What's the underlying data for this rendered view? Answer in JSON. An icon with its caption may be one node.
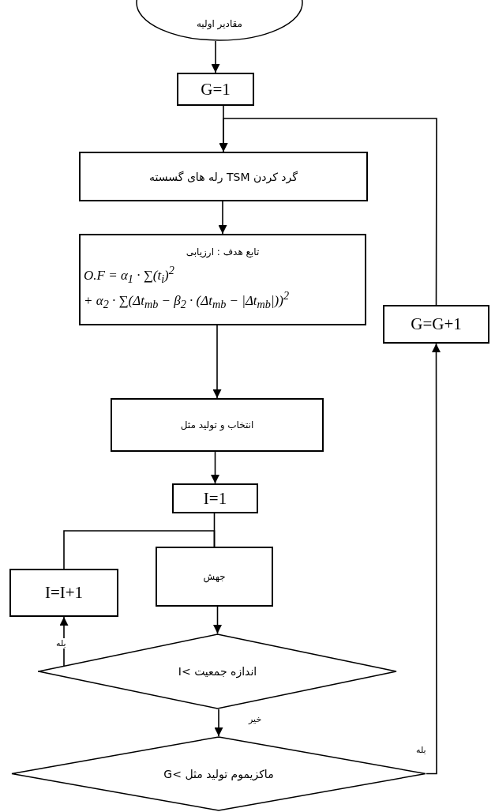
{
  "diagram": {
    "nodes": [
      {
        "text": [
          "مقادیر اولیه"
        ]
      },
      {
        "text": [
          "G=1"
        ]
      },
      {
        "text": [
          "گرد کردن TSM رله های گسسته"
        ]
      },
      {
        "text": [
          "تابع هدف : ارزیابی",
          "O.F = α$_{1}$ · ∑(t$_{i}$)$^{2}$",
          "+ α$_{2}$ · ∑(Δt$_{mb}$ − β$_{2}$ · (Δt$_{mb}$ − |Δt$_{mb}$|))$^{2}$"
        ]
      },
      {
        "text": [
          "انتخاب و تولید مثل"
        ]
      },
      {
        "text": [
          "I=1"
        ]
      },
      {
        "text": [
          "جهش"
        ]
      },
      {
        "text": [
          "I=I+1"
        ]
      },
      {
        "text": [
          "I< اندازه جمعیت"
        ]
      },
      {
        "text": [
          "G< ماکزیموم تولید مثل"
        ]
      },
      {
        "text": [
          "G=G+1"
        ]
      }
    ],
    "edges": [
      {
        "from": 0,
        "to": 1,
        "arrow": "to"
      },
      {
        "from": 1,
        "to": 2,
        "arrow": "to"
      },
      {
        "from": 2,
        "to": 3,
        "arrow": "to"
      },
      {
        "from": 3,
        "to": 4,
        "arrow": "to"
      },
      {
        "from": 4,
        "to": 5,
        "arrow": "to"
      },
      {
        "from": 5,
        "to": 6,
        "arrow": "none"
      },
      {
        "from": 7,
        "to": 6,
        "arrow": "none"
      },
      {
        "from": 6,
        "to": 8,
        "arrow": "to"
      },
      {
        "from": 8,
        "to": 7,
        "arrow": "to",
        "label": "بله"
      },
      {
        "from": 8,
        "to": 9,
        "arrow": "to",
        "label": "خیر"
      },
      {
        "from": 9,
        "to": 10,
        "arrow": "to",
        "label": "بله"
      },
      {
        "from": 10,
        "to": 2,
        "arrow": "to"
      }
    ]
  }
}
